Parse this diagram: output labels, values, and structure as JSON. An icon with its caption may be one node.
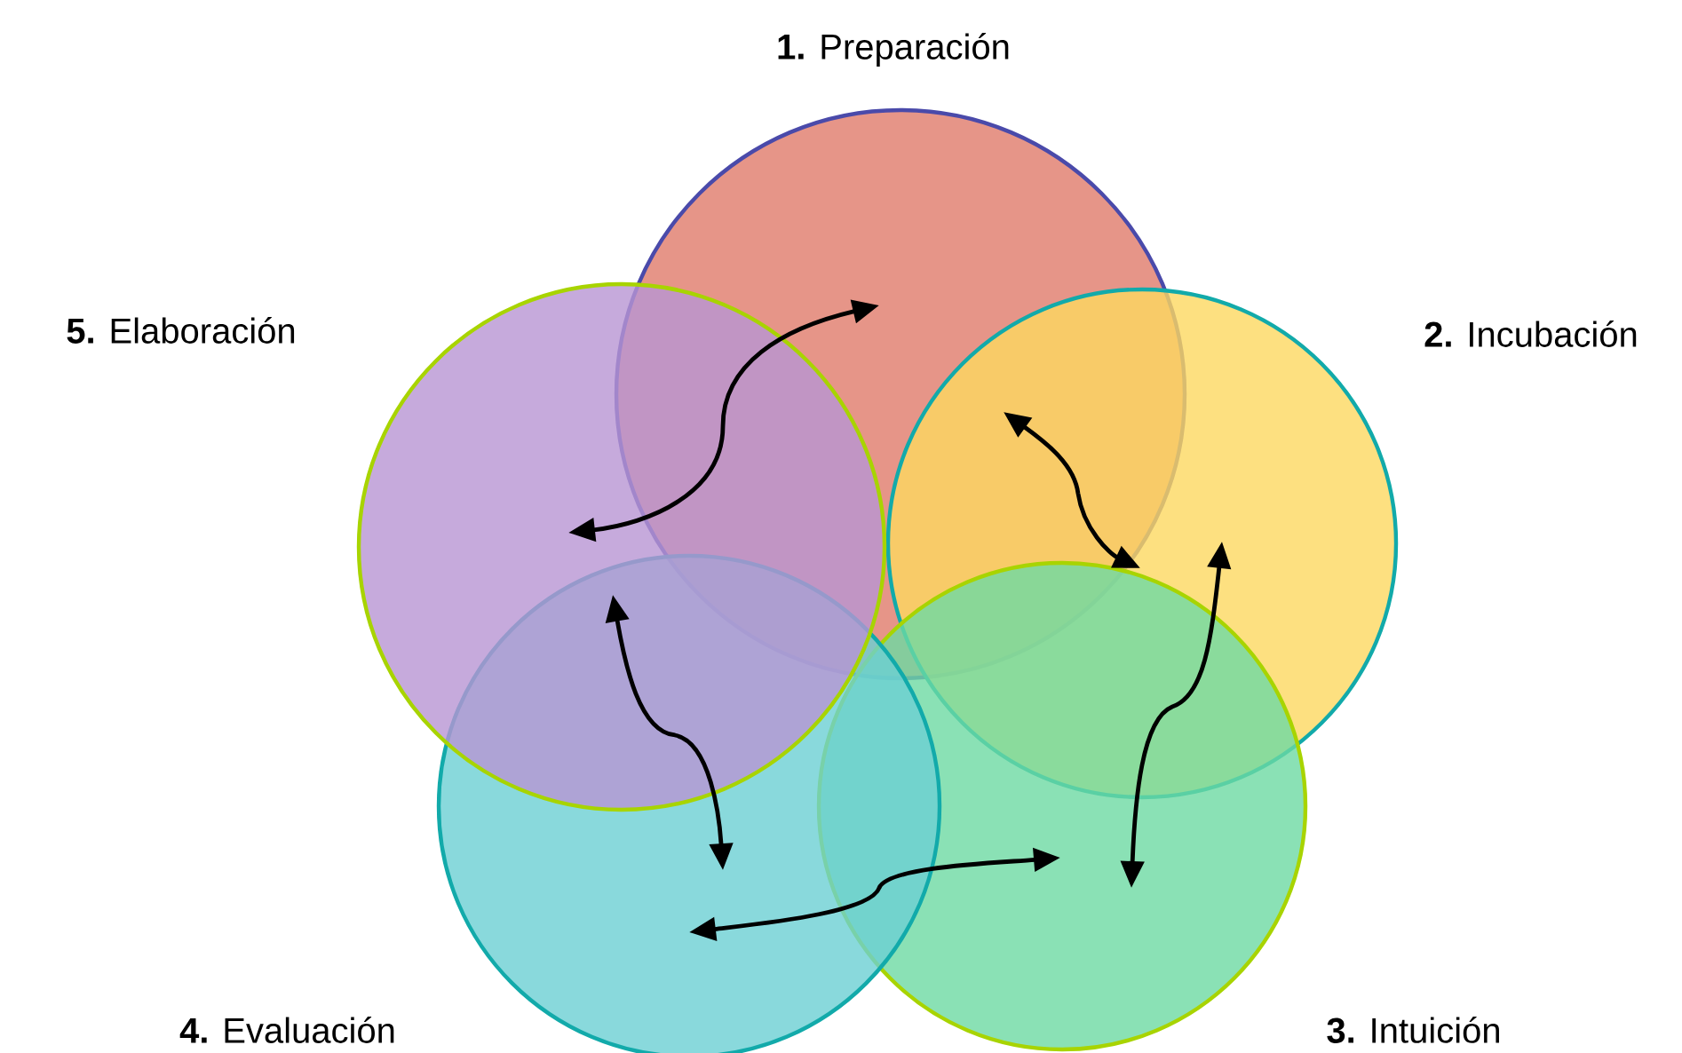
{
  "diagram": {
    "nodes": [
      {
        "text": [
          "**1.** Preparación"
        ]
      },
      {
        "text": [
          "**2.** Incubación"
        ]
      },
      {
        "text": [
          "**3.** Intuición"
        ]
      },
      {
        "text": [
          "**4.** Evaluación"
        ]
      },
      {
        "text": [
          "**5.** Elaboración"
        ]
      }
    ],
    "edges": [
      {
        "from": 0,
        "to": 4,
        "arrow": "both"
      },
      {
        "from": 0,
        "to": 1,
        "arrow": "both"
      },
      {
        "from": 1,
        "to": 2,
        "arrow": "both"
      },
      {
        "from": 2,
        "to": 3,
        "arrow": "both"
      },
      {
        "from": 4,
        "to": 3,
        "arrow": "both"
      }
    ]
  }
}
